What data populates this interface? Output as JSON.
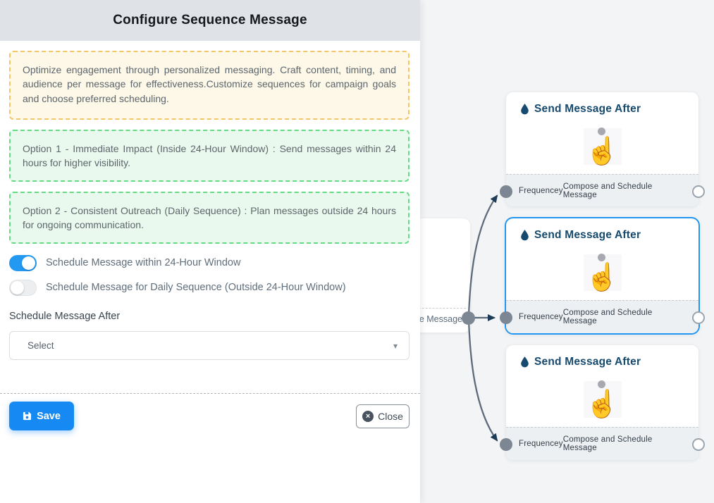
{
  "panel": {
    "title": "Configure Sequence Message",
    "description": "Optimize engagement through personalized messaging. Craft content, timing, and audience per message for effectiveness.Customize sequences for campaign goals and choose preferred scheduling.",
    "options": [
      "Option 1 - Immediate Impact (Inside 24-Hour Window) : Send messages within 24 hours for higher visibility.",
      "Option 2 - Consistent Outreach (Daily Sequence) : Plan messages outside 24 hours for ongoing communication."
    ],
    "toggles": [
      {
        "label": "Schedule Message within 24-Hour Window",
        "state": "on"
      },
      {
        "label": "Schedule Message for Daily Sequence (Outside 24-Hour Window)",
        "state": "off"
      }
    ],
    "schedule_after": {
      "label": "Schedule Message After",
      "value": "Select"
    },
    "buttons": {
      "save": "Save",
      "close": "Close"
    }
  },
  "flow": {
    "parent_card": {
      "truncated_label": "ce Message"
    },
    "cards": [
      {
        "title": "Send Message After",
        "left_handle": "Frequencey",
        "right_handle": "Compose and Schedule Message",
        "selected": false
      },
      {
        "title": "Send Message After",
        "left_handle": "Frequencey",
        "right_handle": "Compose and Schedule Message",
        "selected": true
      },
      {
        "title": "Send Message After",
        "left_handle": "Frequencey",
        "right_handle": "Compose and Schedule Message",
        "selected": false
      }
    ]
  },
  "icons": {
    "card_title": "droplet-icon",
    "card_body": "hand-pointer-icon",
    "save": "floppy-disk-icon",
    "close": "circle-x-icon",
    "select": "caret-down-icon"
  },
  "colors": {
    "accent_blue": "#1689f2",
    "toggle_on": "#2499f2",
    "selected_card_border": "#2196f3",
    "info_border": "#f2c568",
    "option_border": "#66d985",
    "card_title_text": "#164a6e",
    "edge": "#5d6b7a"
  }
}
